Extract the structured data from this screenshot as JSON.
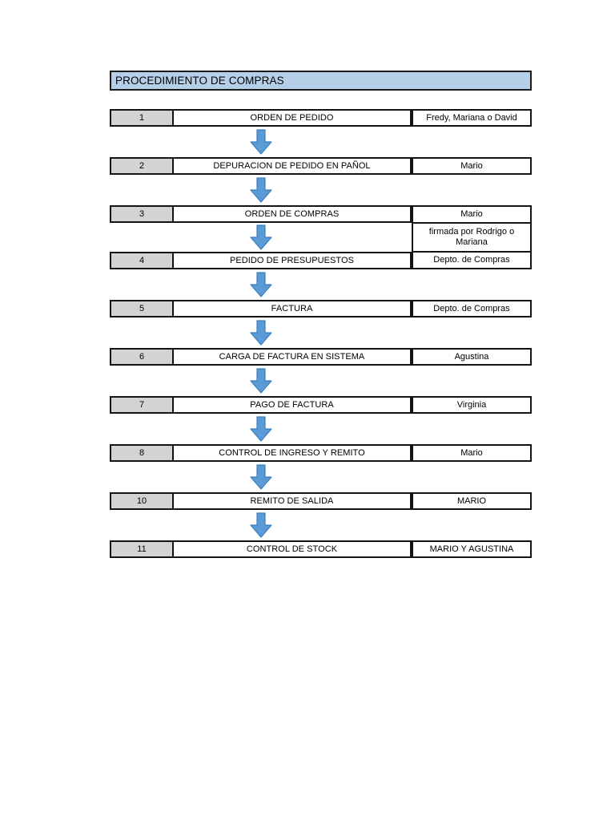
{
  "document": {
    "title": "PROCEDIMIENTO DE COMPRAS",
    "header_fill": "#b5cfe8",
    "number_cell_fill": "#d3d3d3",
    "arrow_fill": "#5b9bd5",
    "arrow_stroke": "#3a7ebf",
    "border_color": "#141414",
    "page_background": "#ffffff"
  },
  "columns": {
    "number_header": "",
    "step_header": "",
    "owner_header": ""
  },
  "steps": [
    {
      "number": "1",
      "name": "ORDEN DE PEDIDO",
      "owner": "Fredy, Mariana o David"
    },
    {
      "number": "2",
      "name": "DEPURACION DE PEDIDO EN PAÑOL",
      "owner": "Mario"
    },
    {
      "number": "3",
      "name": "ORDEN DE COMPRAS",
      "owner": "Mario"
    },
    {
      "number": "4",
      "name": "PEDIDO DE PRESUPUESTOS",
      "owner": "Depto. de Compras"
    },
    {
      "number": "5",
      "name": "FACTURA",
      "owner": "Depto. de Compras"
    },
    {
      "number": "6",
      "name": "CARGA DE FACTURA EN SISTEMA",
      "owner": "Agustina"
    },
    {
      "number": "7",
      "name": "PAGO DE FACTURA",
      "owner": "Virginia"
    },
    {
      "number": "8",
      "name": "CONTROL DE INGRESO Y REMITO",
      "owner": "Mario"
    },
    {
      "number": "10",
      "name": "REMITO DE SALIDA",
      "owner": "MARIO"
    },
    {
      "number": "11",
      "name": "CONTROL DE STOCK",
      "owner": "MARIO Y AGUSTINA"
    }
  ],
  "notes": {
    "between_3_and_4": "firmada por Rodrigo o Mariana"
  },
  "connectors": {
    "icon": "down-arrow-icon",
    "count": 9
  }
}
